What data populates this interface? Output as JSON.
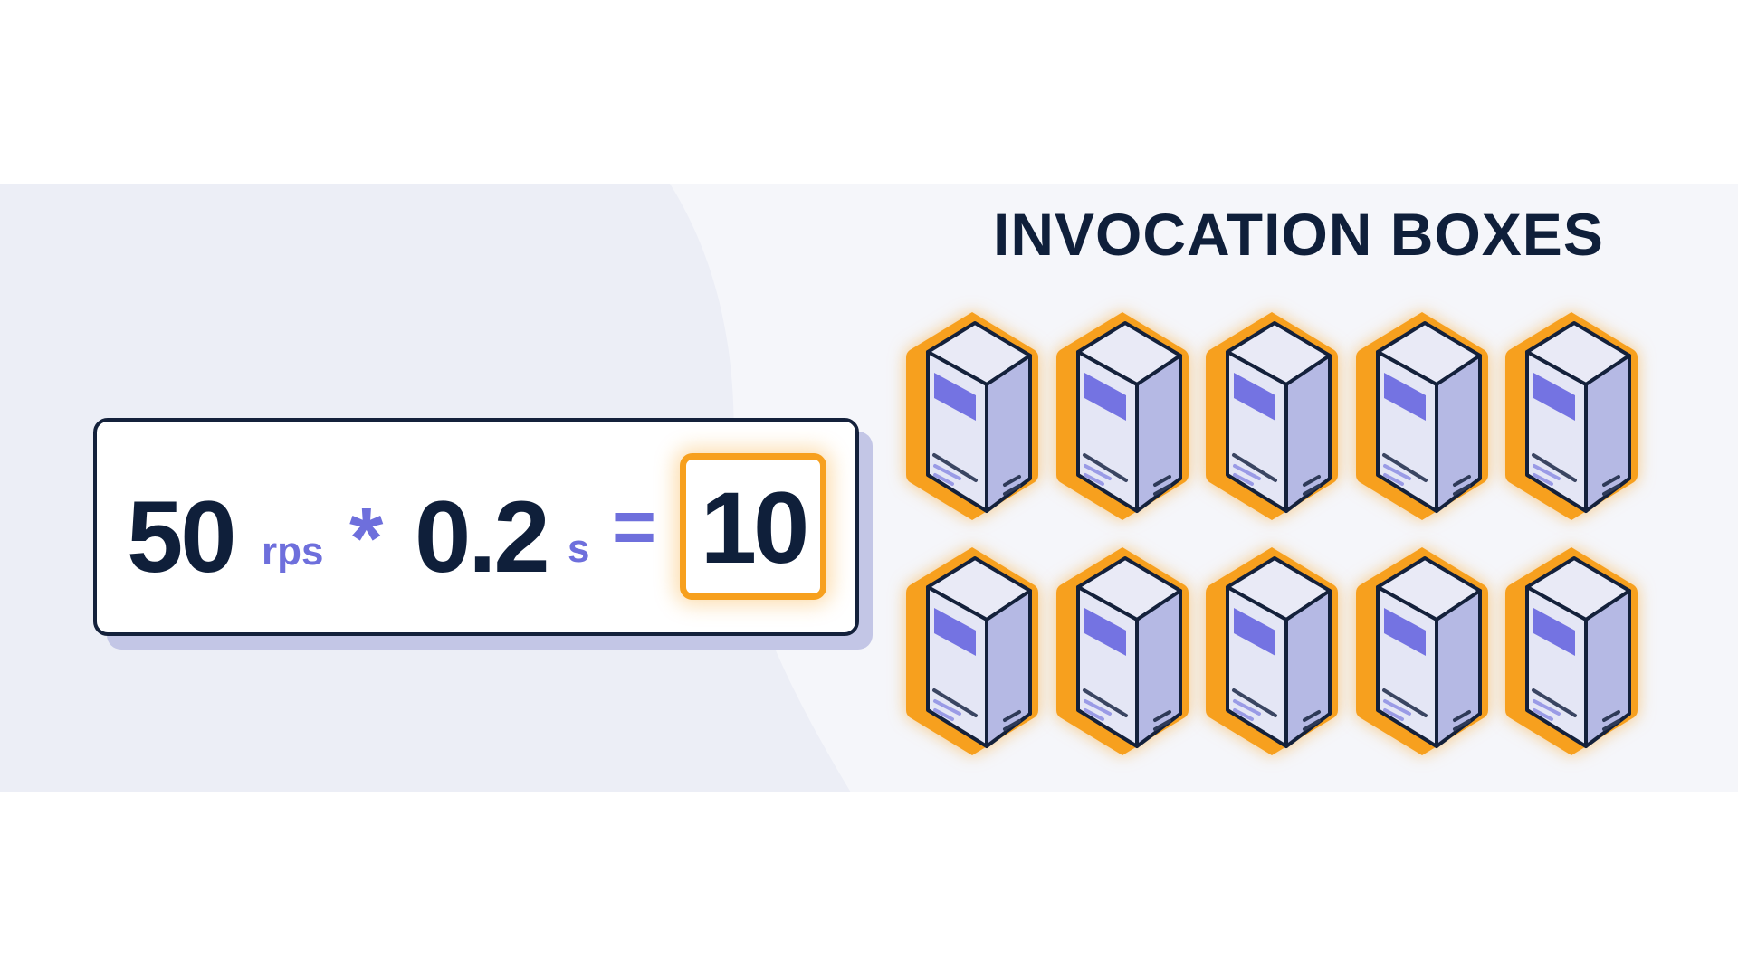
{
  "equation": {
    "rate_value": "50",
    "rate_unit": "rps",
    "multiply_operator": "*",
    "duration_value": "0.2",
    "duration_unit": "s",
    "equals_operator": "=",
    "result_value": "10"
  },
  "servers_panel": {
    "title": "INVOCATION BOXES",
    "rows": 2,
    "columns": 5,
    "count": 10
  },
  "colors": {
    "text_dark": "#0F1F3A",
    "accent_indigo": "#6E6FDC",
    "highlight_orange": "#F7A01E",
    "card_shadow": "#C3C6E6",
    "band_background": "#F5F6FA",
    "server_front": "#E4E6F5",
    "server_side": "#B5B9E4",
    "server_top": "#E9EAF6"
  }
}
